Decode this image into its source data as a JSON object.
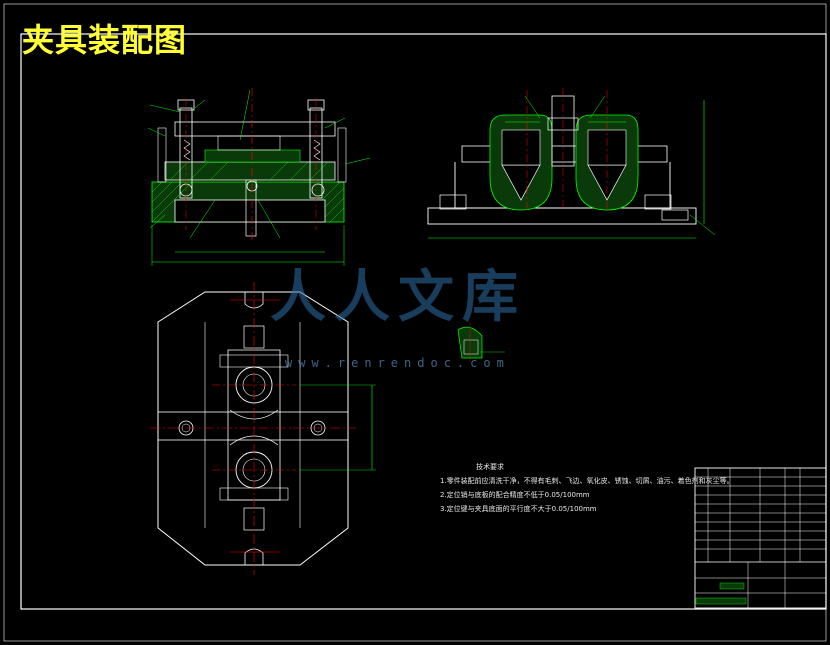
{
  "title": "夹具装配图",
  "technical_requirements": {
    "heading": "技术要求",
    "items": [
      "1.零件装配前应清洗干净，不得有毛刺、飞边、氧化皮、锈蚀、切屑、油污、着色剂和灰尘等。",
      "2.定位销与底板的配合精度不低于0.05/100mm",
      "3.定位键与夹具底面的平行度不大于0.05/100mm"
    ]
  },
  "watermark": {
    "text": "人人文库",
    "url": "www.renrendoc.com"
  },
  "colors": {
    "background": "#000000",
    "outline": "#ffffff",
    "dimension": "#00ff00",
    "centerline": "#ff0000",
    "section_fill": "#00ff00",
    "title": "#ffff33",
    "watermark": "#2f6fa8"
  }
}
